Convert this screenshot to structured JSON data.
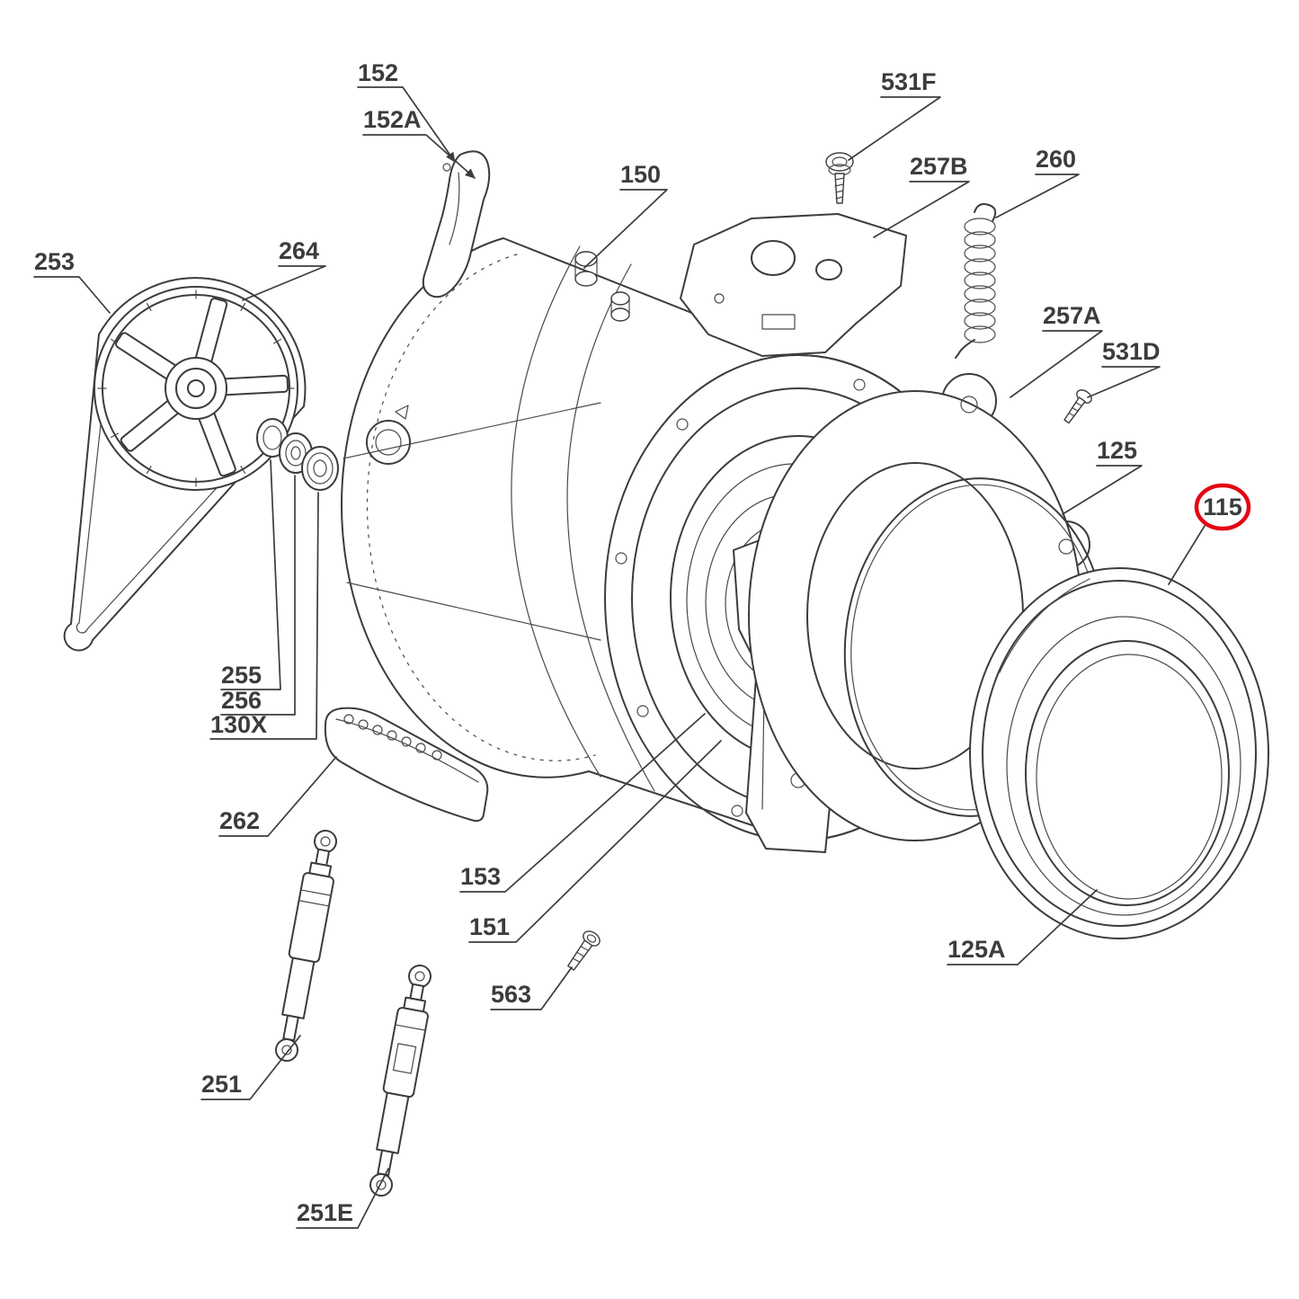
{
  "diagram": {
    "type": "exploded-parts-diagram",
    "subject": "washing machine tub and drum assembly",
    "background_color": "#ffffff",
    "line_color": "#3c3c3c",
    "highlight_color": "#e30613",
    "highlighted_part": "115",
    "parts": {
      "p152": "152",
      "p152A": "152A",
      "p150": "150",
      "p531F": "531F",
      "p257B": "257B",
      "p260": "260",
      "p257A": "257A",
      "p531D": "531D",
      "p125": "125",
      "p115": "115",
      "p253": "253",
      "p264": "264",
      "p255": "255",
      "p256": "256",
      "p130X": "130X",
      "p262": "262",
      "p153": "153",
      "p151": "151",
      "p563": "563",
      "p251": "251",
      "p251E": "251E",
      "p125A": "125A"
    }
  }
}
